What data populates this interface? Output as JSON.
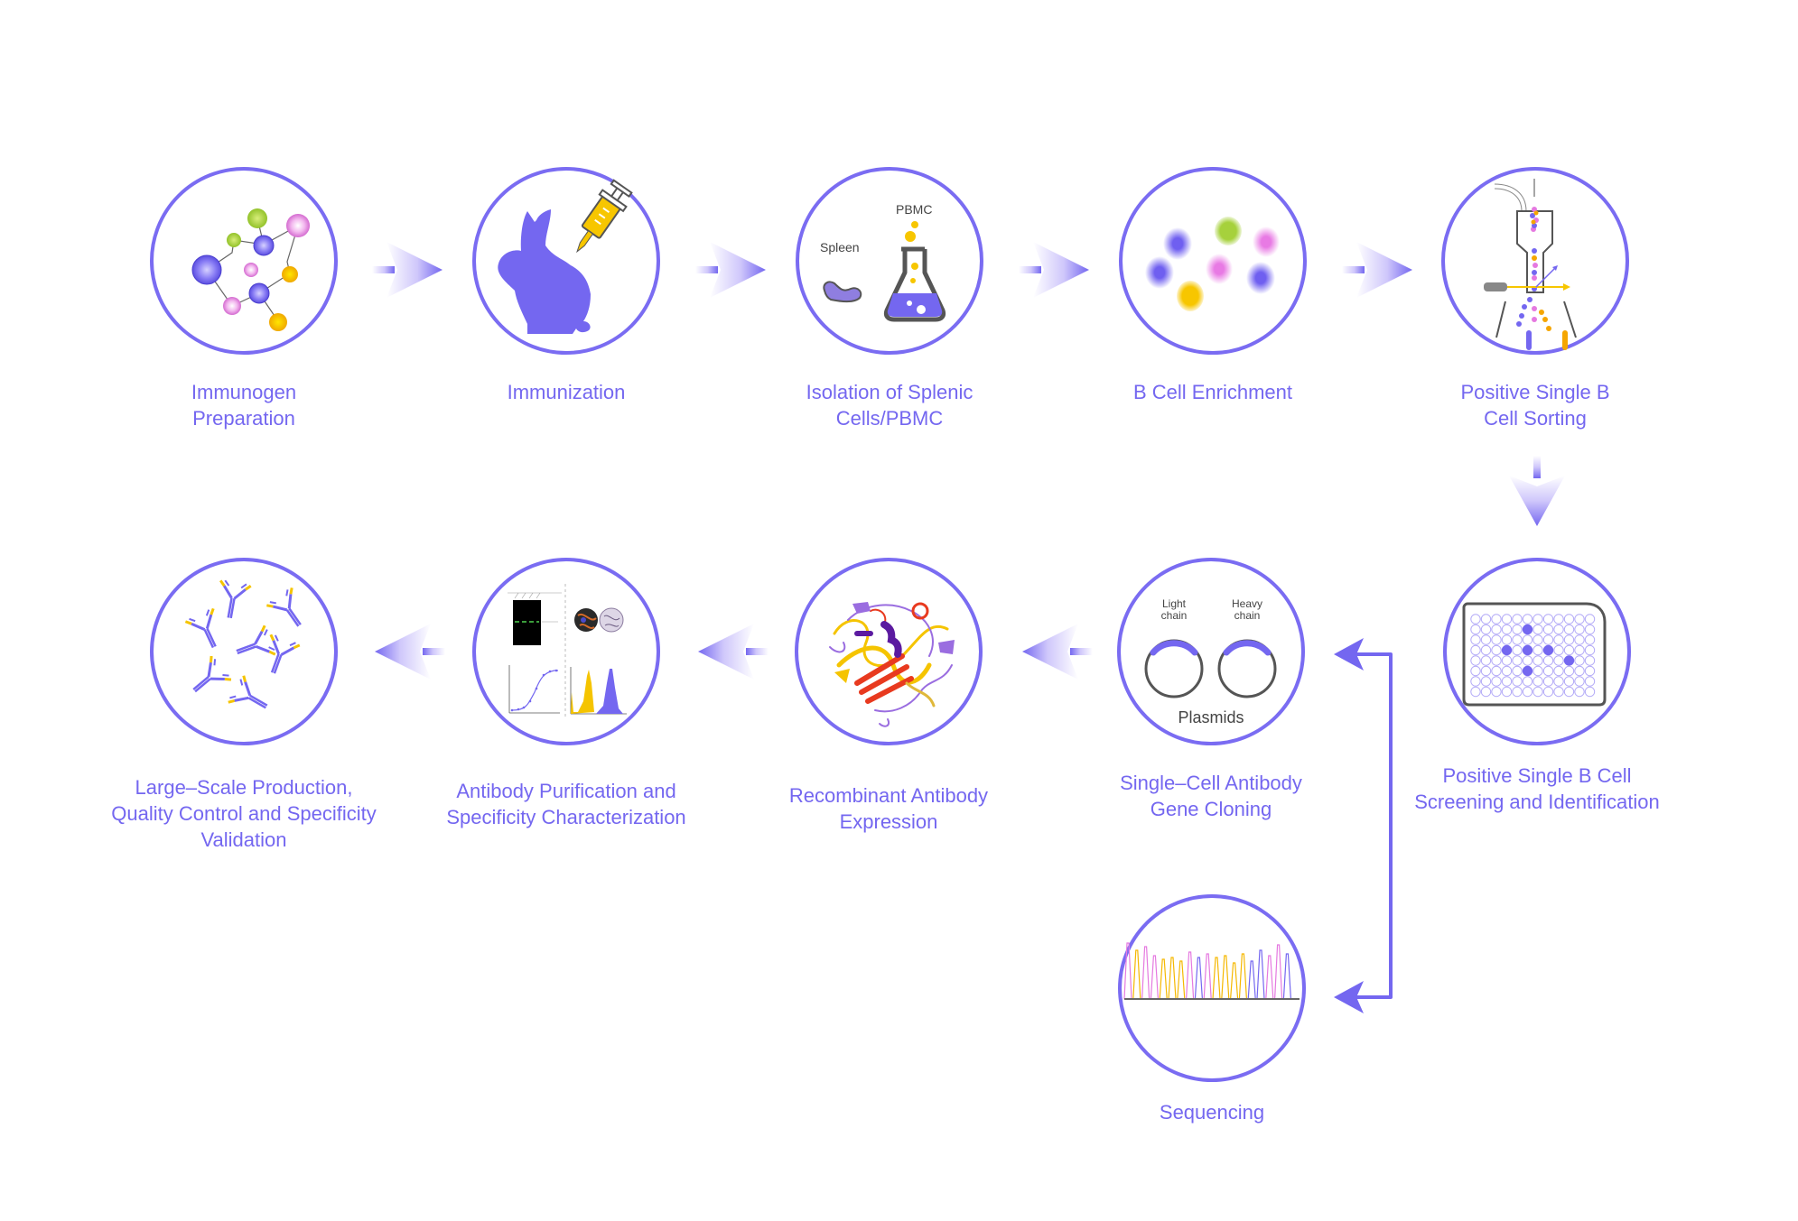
{
  "colors": {
    "accent": "#7467f0",
    "ring": "#7a6cf2",
    "yellow": "#f5c400",
    "pink": "#e579e0",
    "green": "#a6d13c",
    "dark": "#555555"
  },
  "steps": [
    {
      "id": "immunogen-preparation",
      "icon": "molecule-network-icon",
      "label_lines": [
        "Immunogen",
        "Preparation"
      ]
    },
    {
      "id": "immunization",
      "icon": "rabbit-syringe-icon",
      "label_lines": [
        "Immunization"
      ]
    },
    {
      "id": "isolation",
      "icon": "spleen-flask-icon",
      "label_lines": [
        "Isolation of Splenic",
        "Cells/PBMC"
      ],
      "inner_labels": {
        "spleen": "Spleen",
        "pbmc": "PBMC"
      }
    },
    {
      "id": "b-cell-enrichment",
      "icon": "cells-icon",
      "label_lines": [
        "B Cell Enrichment"
      ]
    },
    {
      "id": "sorting",
      "icon": "flow-cytometer-icon",
      "label_lines": [
        "Positive Single B",
        "Cell Sorting"
      ]
    },
    {
      "id": "screening",
      "icon": "well-plate-icon",
      "label_lines": [
        "Positive Single B Cell",
        "Screening and Identification"
      ],
      "plate": {
        "rows": 8,
        "cols": 12,
        "positive_wells": [
          [
            1,
            5
          ],
          [
            3,
            3
          ],
          [
            3,
            5
          ],
          [
            3,
            7
          ],
          [
            4,
            9
          ],
          [
            5,
            5
          ]
        ]
      }
    },
    {
      "id": "gene-cloning",
      "icon": "plasmids-icon",
      "label_lines": [
        "Single–Cell Antibody",
        "Gene Cloning"
      ],
      "inner_labels": {
        "light": [
          "Light",
          "chain"
        ],
        "heavy": [
          "Heavy",
          "chain"
        ],
        "plasmids": "Plasmids"
      }
    },
    {
      "id": "sequencing",
      "icon": "chromatogram-icon",
      "label_lines": [
        "Sequencing"
      ]
    },
    {
      "id": "expression",
      "icon": "protein-structure-icon",
      "label_lines": [
        "Recombinant Antibody",
        "Expression"
      ]
    },
    {
      "id": "purification",
      "icon": "characterization-charts-icon",
      "label_lines": [
        "Antibody Purification and",
        "Specificity Characterization"
      ]
    },
    {
      "id": "production",
      "icon": "antibodies-icon",
      "label_lines": [
        "Large–Scale Production,",
        "Quality Control and Specificity",
        "Validation"
      ]
    }
  ]
}
